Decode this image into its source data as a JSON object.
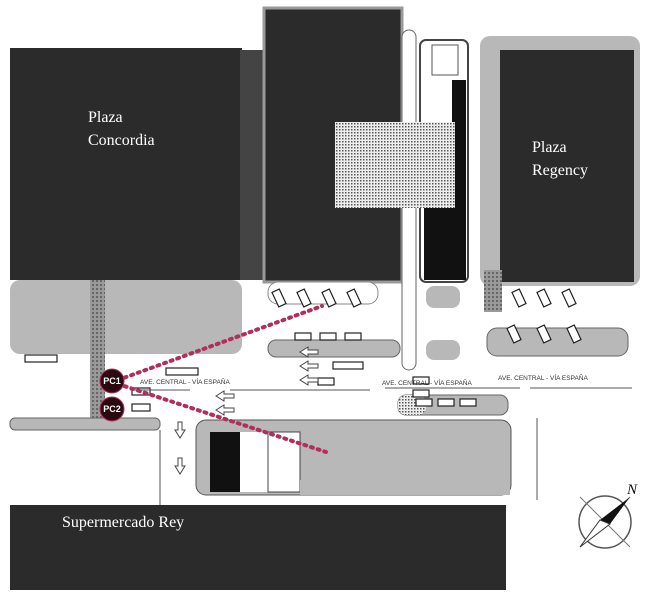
{
  "buildings": {
    "plaza_concordia_line1": "Plaza",
    "plaza_concordia_line2": "Concordia",
    "plaza_regency_line1": "Plaza",
    "plaza_regency_line2": "Regency",
    "supermercado": "Supermercado Rey"
  },
  "roads": [
    "AVE. CENTRAL - VÍA ESPAÑA",
    "AVE. CENTRAL - VÍA ESPAÑA",
    "AVE. CENTRAL - VÍA ESPAÑA"
  ],
  "points": [
    {
      "label": "PC1"
    },
    {
      "label": "PC2"
    }
  ],
  "compass": {
    "label": "N"
  },
  "colors": {
    "building": "#2b2b2b",
    "pavement": "#b8b8b8",
    "sightline": "#b0305a",
    "marker": "#2a0a10"
  }
}
